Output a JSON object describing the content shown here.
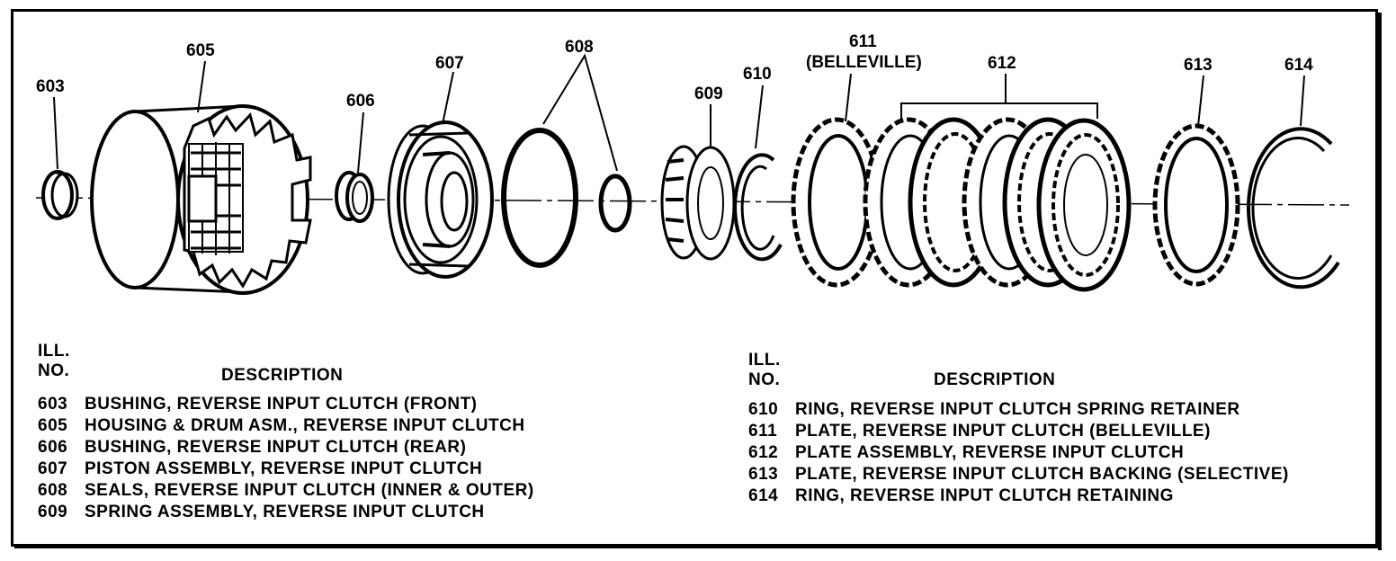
{
  "parts": {
    "p603": "603",
    "p605": "605",
    "p606": "606",
    "p607": "607",
    "p608": "608",
    "p609": "609",
    "p610": "610",
    "p611": "611",
    "p611_note": "(BELLEVILLE)",
    "p612": "612",
    "p613": "613",
    "p614": "614"
  },
  "left_table": {
    "ill_label": "ILL.",
    "no_label": "NO.",
    "description_header": "DESCRIPTION",
    "rows": [
      {
        "no": "603",
        "desc": "BUSHING, REVERSE INPUT CLUTCH (FRONT)"
      },
      {
        "no": "605",
        "desc": "HOUSING & DRUM ASM., REVERSE INPUT CLUTCH"
      },
      {
        "no": "606",
        "desc": "BUSHING, REVERSE INPUT CLUTCH (REAR)"
      },
      {
        "no": "607",
        "desc": "PISTON ASSEMBLY, REVERSE INPUT CLUTCH"
      },
      {
        "no": "608",
        "desc": "SEALS, REVERSE INPUT CLUTCH (INNER & OUTER)"
      },
      {
        "no": "609",
        "desc": "SPRING ASSEMBLY, REVERSE INPUT CLUTCH"
      }
    ]
  },
  "right_table": {
    "ill_label": "ILL.",
    "no_label": "NO.",
    "description_header": "DESCRIPTION",
    "rows": [
      {
        "no": "610",
        "desc": "RING, REVERSE INPUT CLUTCH SPRING RETAINER"
      },
      {
        "no": "611",
        "desc": "PLATE, REVERSE INPUT CLUTCH (BELLEVILLE)"
      },
      {
        "no": "612",
        "desc": "PLATE ASSEMBLY, REVERSE INPUT CLUTCH"
      },
      {
        "no": "613",
        "desc": "PLATE, REVERSE INPUT CLUTCH BACKING (SELECTIVE)"
      },
      {
        "no": "614",
        "desc": "RING, REVERSE INPUT CLUTCH RETAINING"
      }
    ]
  }
}
